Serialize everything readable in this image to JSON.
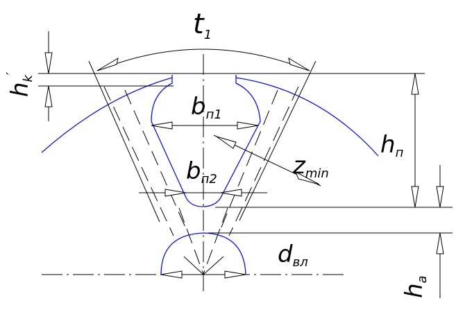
{
  "labels": {
    "t": "t",
    "t_sub": "1",
    "hk": "h",
    "hk_sub": "k",
    "hk_prime": "′",
    "bp1": "b",
    "bp1_sub": "п1",
    "bp2": "b",
    "bp2_sub": "п2",
    "hp": "h",
    "hp_sub": "п",
    "z": "z",
    "z_sub": "min",
    "dvl": "d",
    "dvl_sub": "вл",
    "ha": "h",
    "ha_sub": "a"
  },
  "colors": {
    "slot_outline": "#1010d0",
    "dimension_lines": "#000000"
  }
}
